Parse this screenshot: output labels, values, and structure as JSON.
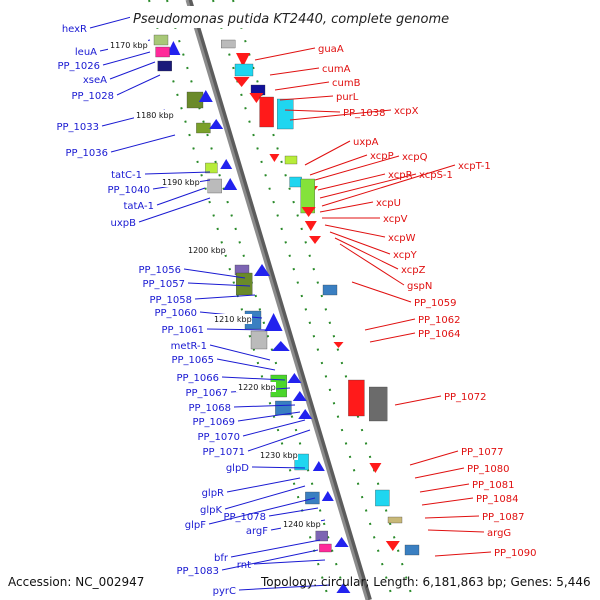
{
  "title": "Pseudomonas putida KT2440, complete genome",
  "footer": {
    "accession": "Accession: NC_002947",
    "summary": "Topology: circular; Length: 6,181,863 bp; Genes: 5,446"
  },
  "colors": {
    "left_label": "#1a1ad2",
    "right_label": "#e01010",
    "backbone": "#8c8c8c",
    "tick": "#2a8a2a"
  },
  "kbp_ticks": [
    "1170 kbp",
    "1180 kbp",
    "1190 kbp",
    "1200 kbp",
    "1210 kbp",
    "1220 kbp",
    "1230 kbp",
    "1240 kbp"
  ],
  "left_genes": [
    "hexR",
    "leuA",
    "PP_1026",
    "xseA",
    "PP_1028",
    "PP_1033",
    "PP_1036",
    "tatC-1",
    "PP_1040",
    "tatA-1",
    "uxpB",
    "PP_1056",
    "PP_1057",
    "PP_1058",
    "PP_1060",
    "PP_1061",
    "metR-1",
    "PP_1065",
    "PP_1066",
    "PP_1067",
    "PP_1068",
    "PP_1069",
    "PP_1070",
    "PP_1071",
    "glpD",
    "glpR",
    "glpK",
    "glpF",
    "PP_1078",
    "argF",
    "bfr",
    "PP_1083",
    "rnt",
    "pyrC"
  ],
  "right_genes": [
    "guaA",
    "cumA",
    "cumB",
    "purL",
    "PP_1038",
    "xcpX",
    "uxpA",
    "xcpP",
    "xcpQ",
    "xcpR",
    "xcpS-1",
    "xcpT-1",
    "xcpU",
    "xcpV",
    "xcpW",
    "xcpY",
    "xcpZ",
    "gspN",
    "PP_1059",
    "PP_1062",
    "PP_1064",
    "PP_1072",
    "PP_1077",
    "PP_1080",
    "PP_1081",
    "PP_1084",
    "PP_1087",
    "argG",
    "PP_1090"
  ]
}
